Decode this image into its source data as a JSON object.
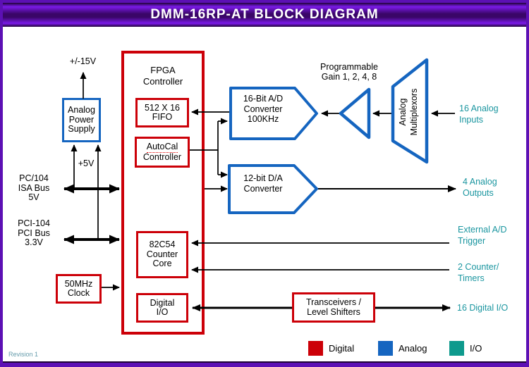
{
  "title": "DMM-16RP-AT BLOCK DIAGRAM",
  "colors": {
    "digital_red": "#cc0008",
    "analog_blue": "#1565c0",
    "io_teal": "#0e9a8d",
    "teal_text": "#1b96a0",
    "border_purple": "#5c10b4"
  },
  "blocks": {
    "fpga": "FPGA\nController",
    "fifo": "512 X 16\nFIFO",
    "autocal_line1": "AutoCal",
    "autocal_line2": "Controller",
    "counter": "82C54\nCounter\nCore",
    "digital_io": "Digital\nI/O",
    "clock": "50MHz\nClock",
    "transceivers": "Transceivers /\nLevel Shifters",
    "power_supply": "Analog\nPower\nSupply",
    "adc": "16-Bit A/D\nConverter\n100KHz",
    "dac": "12-bit D/A\nConverter",
    "mux": "Analog\nMultiplexors"
  },
  "labels": {
    "rail_pm15": "+/-15V",
    "rail_p5": "+5V",
    "isa_bus": "PC/104\nISA Bus\n5V",
    "pci_bus": "PCI-104\nPCI Bus\n3.3V",
    "prog_gain": "Programmable\nGain 1, 2, 4, 8",
    "analog_inputs": "16 Analog\nInputs",
    "analog_outputs": "4 Analog\nOutputs",
    "ext_trigger": "External A/D\nTrigger",
    "counters": "2 Counter/\nTimers",
    "digital_io_16": "16 Digital I/O",
    "revision": "Revision 1"
  },
  "legend": [
    {
      "label": "Digital",
      "color": "#cc0008"
    },
    {
      "label": "Analog",
      "color": "#1565c0"
    },
    {
      "label": "I/O",
      "color": "#0e9a8d"
    }
  ]
}
